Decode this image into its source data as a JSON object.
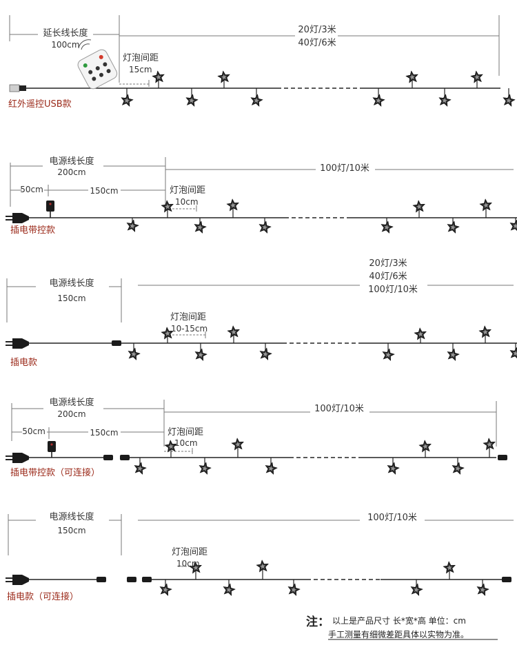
{
  "variants": [
    {
      "name": "红外遥控USB款",
      "cable_label": "延长线长度",
      "cable_value": "100cm",
      "spec_lines": [
        "20灯/3米",
        "40灯/6米"
      ],
      "spacing_label": "灯泡间距",
      "spacing_value": "15cm"
    },
    {
      "name": "插电带控款",
      "cable_label": "电源线长度",
      "cable_value": "200cm",
      "sub_segments": [
        "50cm",
        "150cm"
      ],
      "spec_lines": [
        "100灯/10米"
      ],
      "spacing_label": "灯泡间距",
      "spacing_value": "10cm"
    },
    {
      "name": "插电款",
      "cable_label": "电源线长度",
      "cable_value": "150cm",
      "spec_lines": [
        "20灯/3米",
        "40灯/6米",
        "100灯/10米"
      ],
      "spacing_label": "灯泡间距",
      "spacing_value": "10-15cm"
    },
    {
      "name": "插电带控款（可连接）",
      "cable_label": "电源线长度",
      "cable_value": "200cm",
      "sub_segments": [
        "50cm",
        "150cm"
      ],
      "spec_lines": [
        "100灯/10米"
      ],
      "spacing_label": "灯泡间距",
      "spacing_value": "10cm"
    },
    {
      "name": "插电款（可连接）",
      "cable_label": "电源线长度",
      "cable_value": "150cm",
      "spec_lines": [
        "100灯/10米"
      ],
      "spacing_label": "灯泡间距",
      "spacing_value": "10cm"
    }
  ],
  "note": {
    "label": "注：",
    "line1": "以上是产品尺寸 长*宽*高 单位：cm",
    "line2": "手工测量有细微差距具体以实物为准。"
  },
  "colors": {
    "wire": "#222222",
    "dim_line": "#777777",
    "star_fill": "#2b2b2b",
    "variant_name": "#9b2a1a",
    "remote_body": "#f4f4f4"
  },
  "icons": [
    "usb-plug-icon",
    "remote-control-icon",
    "wall-plug-icon",
    "controller-box-icon",
    "connector-icon",
    "star-bulb-icon"
  ]
}
